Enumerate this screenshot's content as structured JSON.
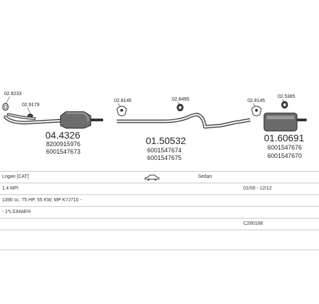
{
  "parts": {
    "cat_code": "04.4326",
    "cat_ref1": "8200915976",
    "cat_ref2": "6001547673",
    "mid_code": "01.50532",
    "mid_ref1": "6001547674",
    "mid_ref2": "6001547675",
    "rear_code": "01.60691",
    "rear_ref1": "6001547676",
    "rear_ref2": "6001547670",
    "gasket_a": "02.9233",
    "clamp_a": "02.9179",
    "hanger_b": "02.8145",
    "hanger_c": "02.8495",
    "hanger_d": "02.8145",
    "hanger_e": "02.5365"
  },
  "info": {
    "model": "Logan  [CAT]",
    "body": "Sedan",
    "engine": "1.4 MPi",
    "period": "01/00 - 12/12",
    "spec": "1390 cc, 75 HP, 55 KW, MP K7J710 -",
    "note": "- 1*LS34AEH",
    "ref": "C280168"
  }
}
